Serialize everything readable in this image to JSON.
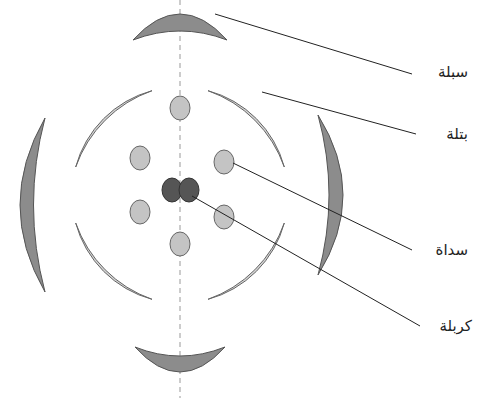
{
  "diagram": {
    "labels": [
      "سبلة",
      "بتلة",
      "سداة",
      "كربلة"
    ]
  }
}
